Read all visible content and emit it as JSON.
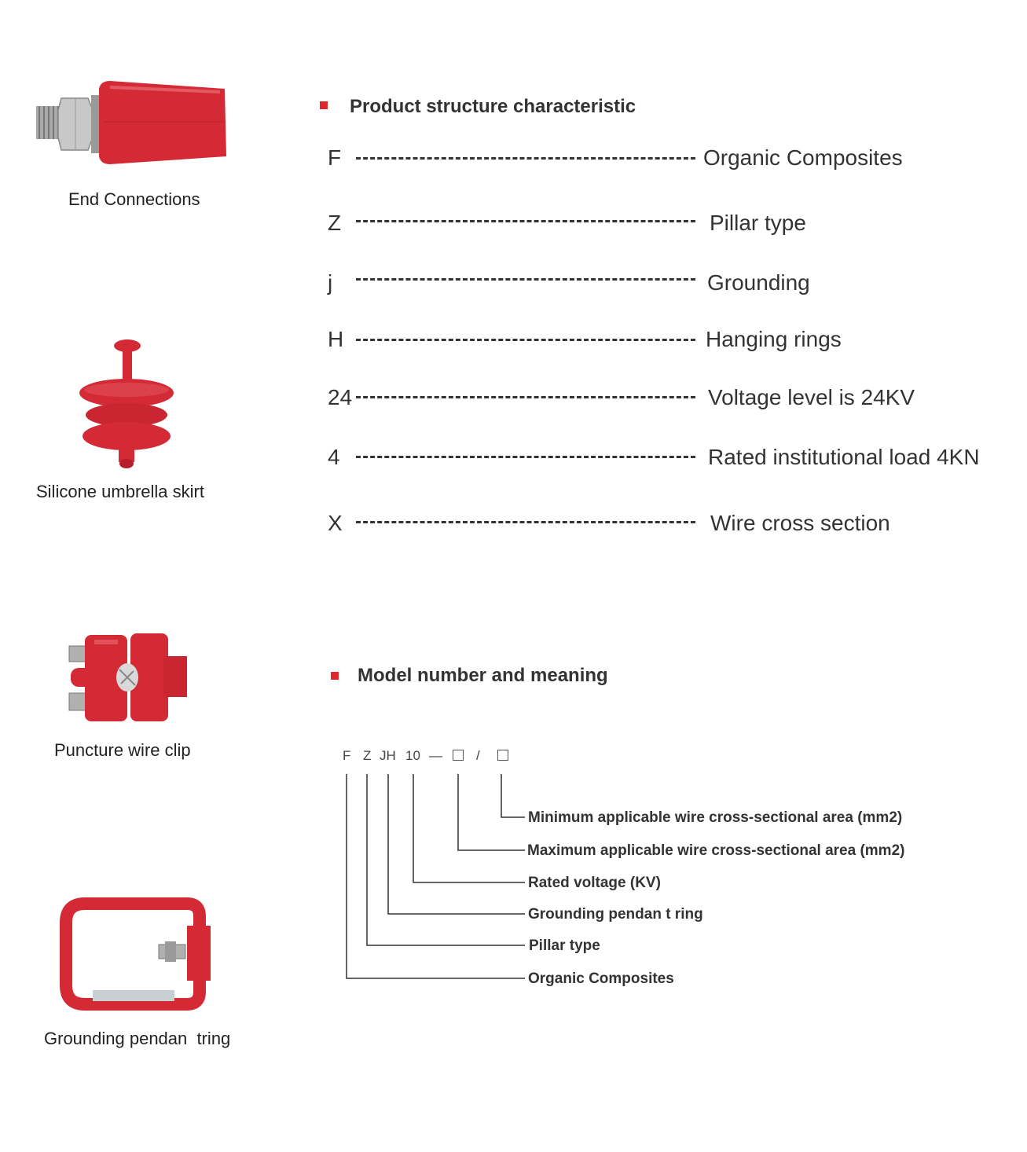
{
  "products": {
    "end_connections": "End Connections",
    "umbrella_skirt": "Silicone umbrella skirt",
    "puncture_clip": "Puncture wire clip",
    "grounding_ring": "Grounding pendan  tring"
  },
  "structure": {
    "title": "Product structure characteristic",
    "rows": [
      {
        "code": "F",
        "meaning": "Organic Composites"
      },
      {
        "code": "Z",
        "meaning": "Pillar type"
      },
      {
        "code": "j",
        "meaning": "Grounding"
      },
      {
        "code": "H",
        "meaning": "Hanging rings"
      },
      {
        "code": "24",
        "meaning": "Voltage level is 24KV"
      },
      {
        "code": "4",
        "meaning": "Rated institutional load 4KN"
      },
      {
        "code": "X",
        "meaning": "Wire cross section"
      }
    ]
  },
  "model": {
    "title": "Model number and meaning",
    "chars": [
      "F",
      "Z",
      "JH",
      "10",
      "—",
      "/"
    ],
    "descriptions": [
      "Minimum applicable wire cross-sectional area (mm2)",
      "Maximum applicable wire cross-sectional area (mm2)",
      "Rated voltage (KV)",
      "Grounding pendan t ring",
      "Pillar type",
      "Organic Composites"
    ]
  },
  "colors": {
    "accent": "#e0262a",
    "insulator_red": "#d42a36"
  }
}
